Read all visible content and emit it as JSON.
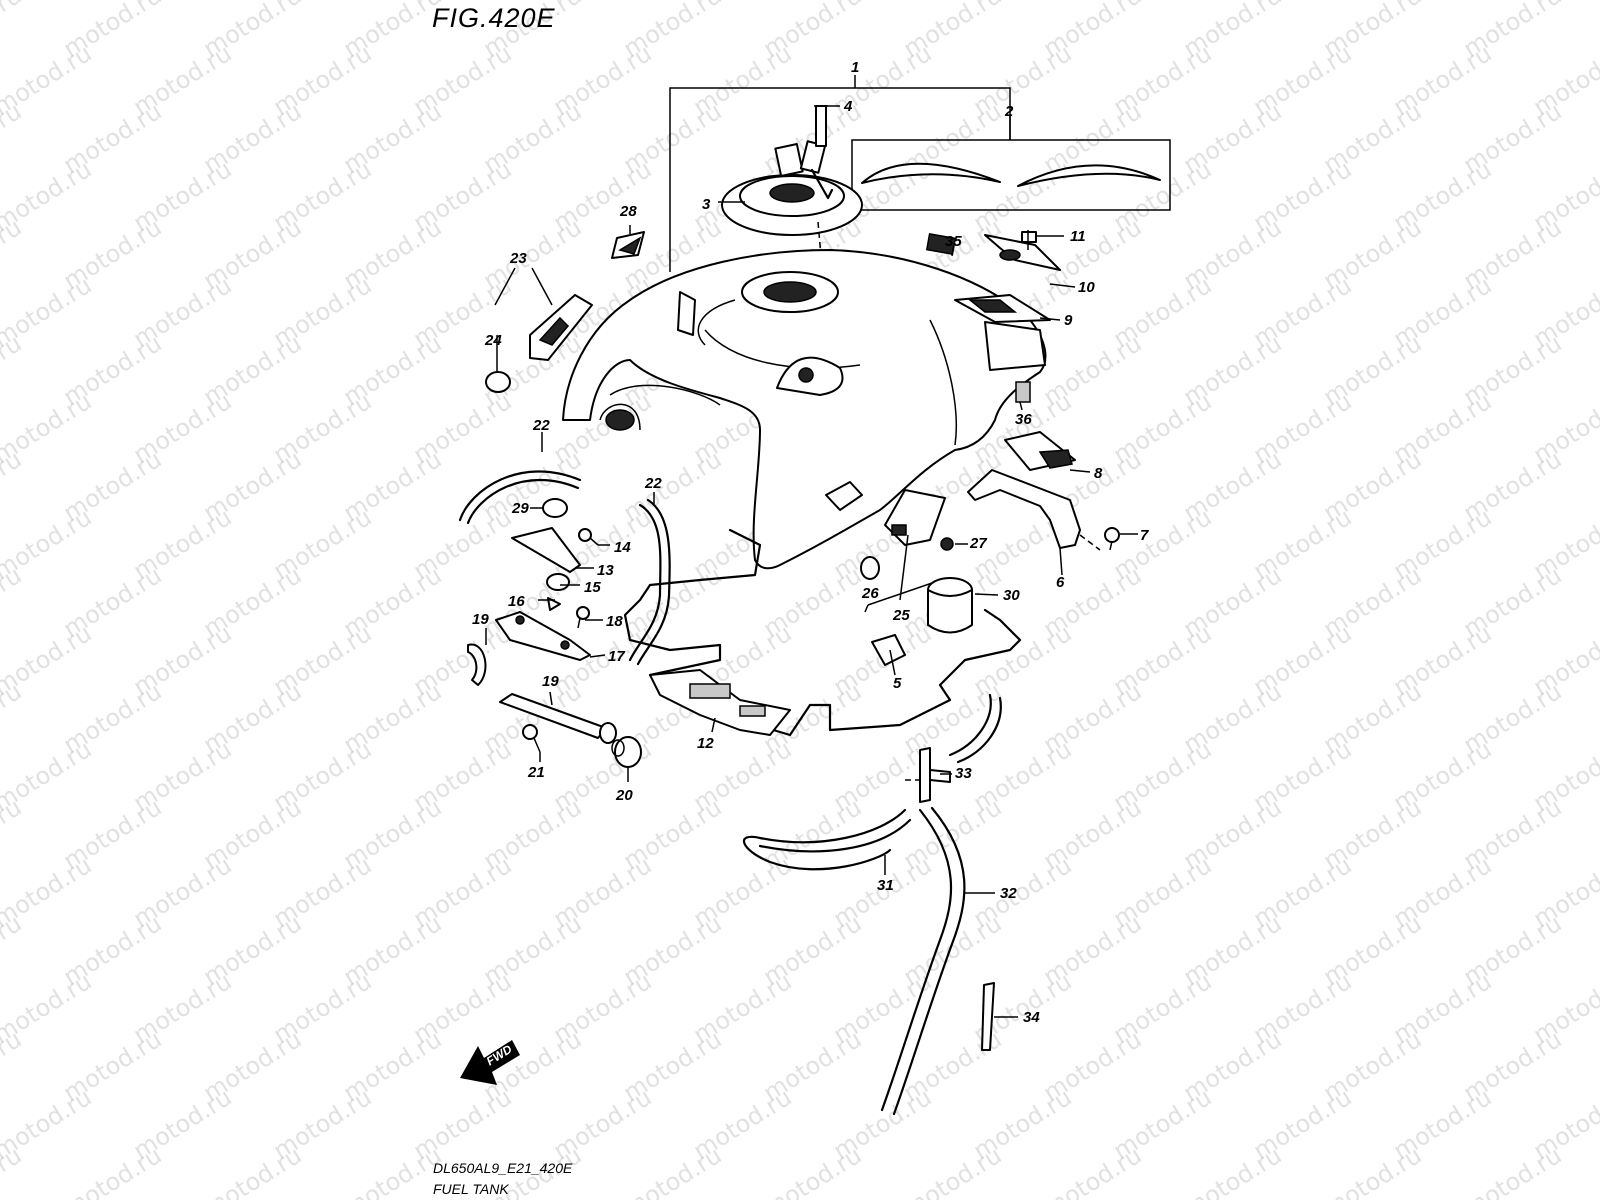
{
  "figure": {
    "title": "FIG.420E",
    "model_code": "DL650AL9_E21_420E",
    "section_name": "FUEL TANK",
    "watermark": "motod.ru",
    "direction_label": "FWD"
  },
  "callouts": [
    {
      "id": "c1",
      "label": "1"
    },
    {
      "id": "c2",
      "label": "2"
    },
    {
      "id": "c3",
      "label": "3"
    },
    {
      "id": "c4",
      "label": "4"
    },
    {
      "id": "c5",
      "label": "5"
    },
    {
      "id": "c6",
      "label": "6"
    },
    {
      "id": "c7",
      "label": "7"
    },
    {
      "id": "c8",
      "label": "8"
    },
    {
      "id": "c9",
      "label": "9"
    },
    {
      "id": "c10",
      "label": "10"
    },
    {
      "id": "c11",
      "label": "11"
    },
    {
      "id": "c12",
      "label": "12"
    },
    {
      "id": "c13",
      "label": "13"
    },
    {
      "id": "c14",
      "label": "14"
    },
    {
      "id": "c15",
      "label": "15"
    },
    {
      "id": "c16",
      "label": "16"
    },
    {
      "id": "c17",
      "label": "17"
    },
    {
      "id": "c18",
      "label": "18"
    },
    {
      "id": "c19a",
      "label": "19"
    },
    {
      "id": "c19b",
      "label": "19"
    },
    {
      "id": "c20",
      "label": "20"
    },
    {
      "id": "c21",
      "label": "21"
    },
    {
      "id": "c22a",
      "label": "22"
    },
    {
      "id": "c22b",
      "label": "22"
    },
    {
      "id": "c23",
      "label": "23"
    },
    {
      "id": "c24",
      "label": "24"
    },
    {
      "id": "c25",
      "label": "25"
    },
    {
      "id": "c26",
      "label": "26"
    },
    {
      "id": "c27",
      "label": "27"
    },
    {
      "id": "c28",
      "label": "28"
    },
    {
      "id": "c29",
      "label": "29"
    },
    {
      "id": "c30",
      "label": "30"
    },
    {
      "id": "c31",
      "label": "31"
    },
    {
      "id": "c32",
      "label": "32"
    },
    {
      "id": "c33",
      "label": "33"
    },
    {
      "id": "c34",
      "label": "34"
    },
    {
      "id": "c35",
      "label": "35"
    },
    {
      "id": "c36",
      "label": "36"
    }
  ]
}
